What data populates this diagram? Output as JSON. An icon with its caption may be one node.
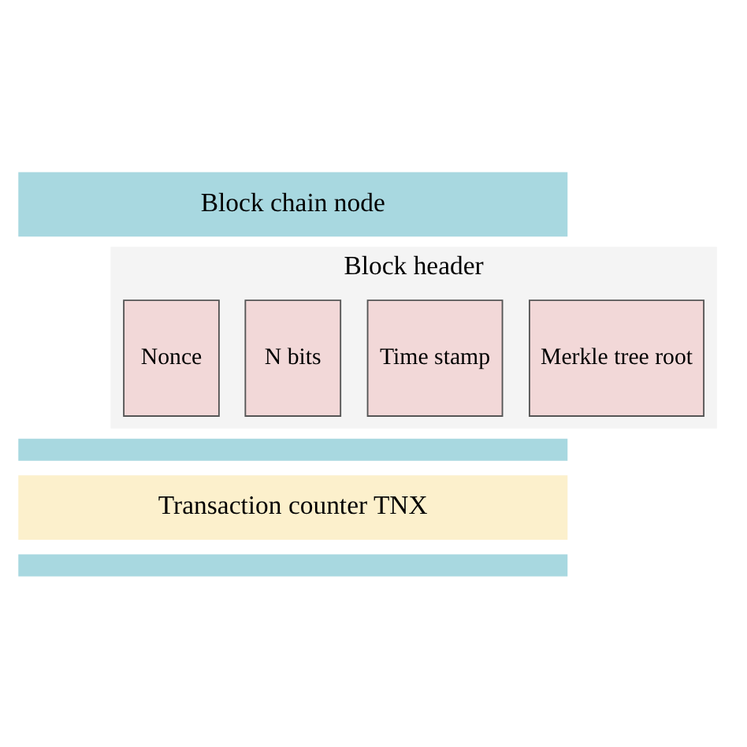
{
  "diagram": {
    "nodes": [
      {
        "text": [
          "Block chain node"
        ]
      },
      {
        "text": [
          "Block header"
        ]
      },
      {
        "text": [
          "Merkle tree root"
        ],
        "in": 1
      },
      {
        "text": [
          "Time stamp"
        ],
        "in": 1
      },
      {
        "text": [
          "N bits"
        ],
        "in": 1
      },
      {
        "text": [
          "Nonce"
        ],
        "in": 1
      },
      {
        "text": [],
        "shape": "bar"
      },
      {
        "text": [
          "Transaction counter TNX"
        ]
      },
      {
        "text": [],
        "shape": "bar"
      }
    ]
  }
}
